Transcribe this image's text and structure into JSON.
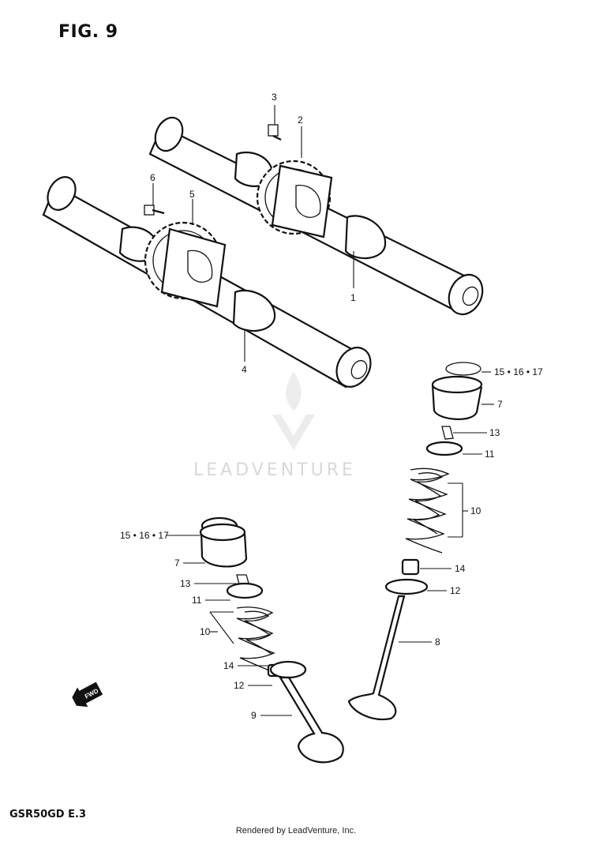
{
  "header": {
    "figure_title": "FIG. 9"
  },
  "watermark": {
    "text": "LEADVENTURE"
  },
  "callouts": {
    "c1": "1",
    "c2": "2",
    "c3": "3",
    "c4": "4",
    "c5": "5",
    "c6": "6",
    "r_15_16_17": "15 • 16 • 17",
    "r_7": "7",
    "r_13": "13",
    "r_11": "11",
    "r_10": "10",
    "r_14": "14",
    "r_12": "12",
    "r_8": "8",
    "l_15_16_17": "15 • 16 • 17",
    "l_7": "7",
    "l_13": "13",
    "l_11": "11",
    "l_10": "10",
    "l_14": "14",
    "l_12": "12",
    "l_9": "9"
  },
  "fwd_arrow": {
    "text": "FWD"
  },
  "footer": {
    "model_code": "GSR50GD  E.3",
    "credit": "Rendered by LeadVenture, Inc."
  }
}
